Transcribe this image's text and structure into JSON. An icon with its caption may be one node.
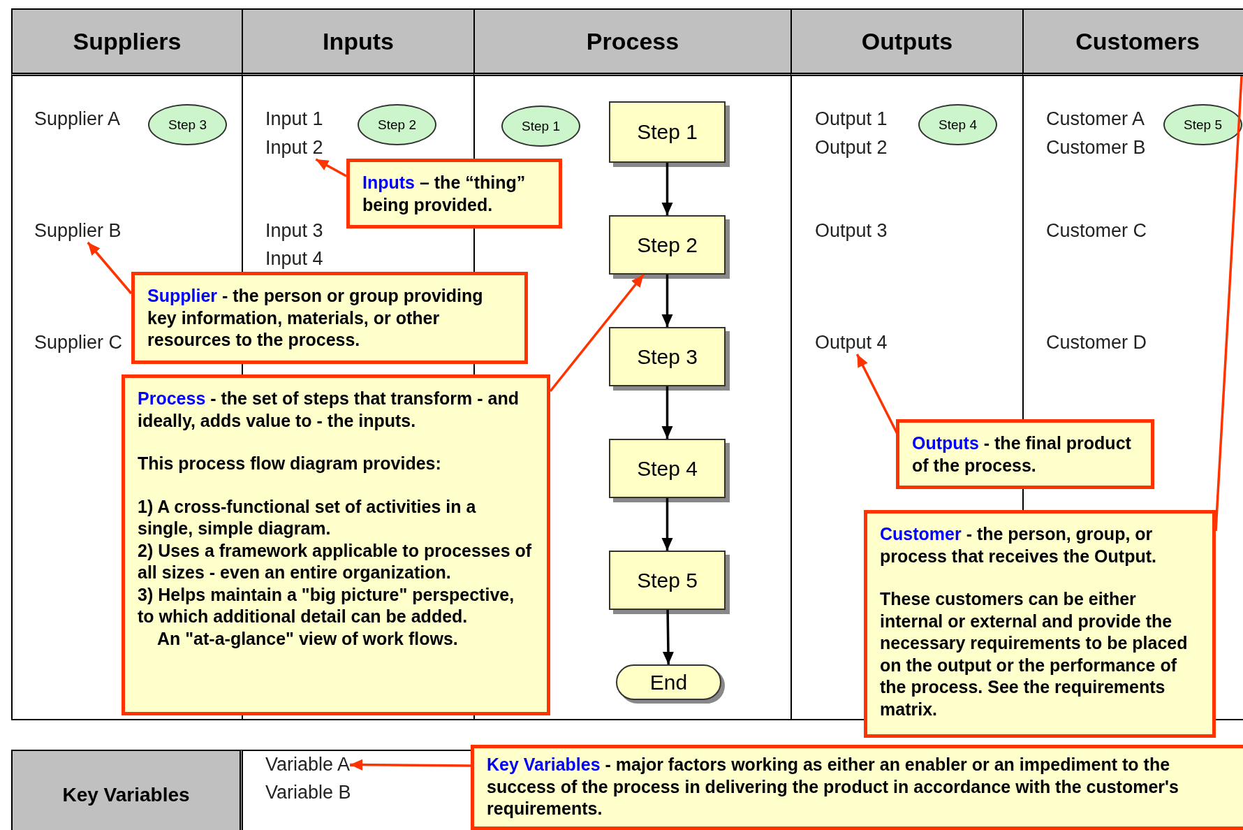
{
  "diagram": {
    "nodes": [
      {
        "text": [
          "Suppliers"
        ]
      },
      {
        "text": [
          "Inputs"
        ]
      },
      {
        "text": [
          "Process"
        ]
      },
      {
        "text": [
          "Outputs"
        ]
      },
      {
        "text": [
          "Customers"
        ]
      },
      {
        "text": [
          "Key Variables"
        ]
      },
      {
        "text": [
          "Supplier A"
        ]
      },
      {
        "text": [
          "Step 3"
        ]
      },
      {
        "text": [
          "Supplier B"
        ]
      },
      {
        "text": [
          "Supplier C"
        ]
      },
      {
        "text": [
          "Input 1"
        ]
      },
      {
        "text": [
          "Step 2"
        ]
      },
      {
        "text": [
          "Input 2"
        ]
      },
      {
        "text": [
          "Input 3"
        ]
      },
      {
        "text": [
          "Input 4"
        ]
      },
      {
        "text": [
          "Step 1"
        ]
      },
      {
        "text": [
          "Step 1"
        ]
      },
      {
        "text": [
          "Step 2"
        ]
      },
      {
        "text": [
          "Step 3"
        ]
      },
      {
        "text": [
          "Step 4"
        ]
      },
      {
        "text": [
          "Step 5"
        ]
      },
      {
        "text": [
          "End"
        ]
      },
      {
        "text": [
          "Output 1"
        ]
      },
      {
        "text": [
          "Step 4"
        ]
      },
      {
        "text": [
          "Output 2"
        ]
      },
      {
        "text": [
          "Output 3"
        ]
      },
      {
        "text": [
          "Output 4"
        ]
      },
      {
        "text": [
          "Customer A"
        ]
      },
      {
        "text": [
          "Step 5"
        ]
      },
      {
        "text": [
          "Customer B"
        ]
      },
      {
        "text": [
          "Customer C"
        ]
      },
      {
        "text": [
          "Customer D"
        ]
      },
      {
        "text": [
          "Variable A"
        ]
      },
      {
        "text": [
          "Variable B"
        ]
      },
      {
        "text": [
          "Inputs",
          "– the “thing” being provided."
        ]
      },
      {
        "text": [
          "Supplier",
          "- the person or group providing key information, materials, or other resources to the process."
        ]
      },
      {
        "text": [
          "Process",
          "- the set of steps that transform - and ideally, adds value to - the inputs.",
          "This process flow diagram provides:",
          "1) A cross-functional set of activities in a single, simple diagram.",
          "2) Uses a framework applicable to processes of all sizes - even an entire organization.",
          "3) Helps maintain a \"big picture\" perspective, to which additional detail can be added.",
          "An \"at-a-glance\" view of work flows."
        ]
      },
      {
        "text": [
          "Outputs",
          "- the final product of the process."
        ]
      },
      {
        "text": [
          "Customer",
          "- the person, group, or process that receives the Output.",
          "These customers can be either internal or external and provide the necessary requirements to be placed on the output or the performance of the process. See the requirements matrix."
        ]
      },
      {
        "text": [
          "Key Variables",
          "- major factors working as either an enabler or an impediment to the success of the process in delivering the product in accordance with the customer's requirements."
        ]
      }
    ],
    "edges": [
      {
        "from": 16,
        "to": 17,
        "arrow": "to",
        "color": "#000000"
      },
      {
        "from": 17,
        "to": 18,
        "arrow": "to",
        "color": "#000000"
      },
      {
        "from": 18,
        "to": 19,
        "arrow": "to",
        "color": "#000000"
      },
      {
        "from": 19,
        "to": 20,
        "arrow": "to",
        "color": "#000000"
      },
      {
        "from": 20,
        "to": 21,
        "arrow": "to",
        "color": "#000000"
      },
      {
        "from": 34,
        "to": 12,
        "arrow": "to",
        "color": "#ff3300"
      },
      {
        "from": 35,
        "to": 8,
        "arrow": "to",
        "color": "#ff3300"
      },
      {
        "from": 36,
        "to": 17,
        "arrow": "to",
        "color": "#ff3300"
      },
      {
        "from": 37,
        "to": 26,
        "arrow": "to",
        "color": "#ff3300"
      },
      {
        "from": 38,
        "to": 4,
        "arrow": "none",
        "color": "#ff3300"
      },
      {
        "from": 39,
        "to": 32,
        "arrow": "to",
        "color": "#ff3300"
      }
    ]
  }
}
